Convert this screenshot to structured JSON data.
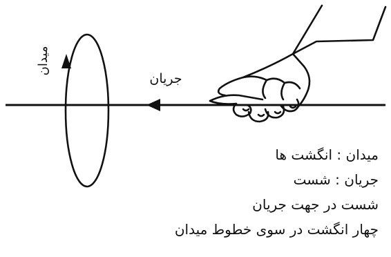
{
  "diagram": {
    "current_label": "جریان",
    "field_label": "میدان"
  },
  "legend": {
    "lines": [
      "میدان : انگشت ها",
      "جریان : شست",
      "شست در جهت جریان",
      "چهار انگشت در سوی خطوط میدان"
    ]
  }
}
